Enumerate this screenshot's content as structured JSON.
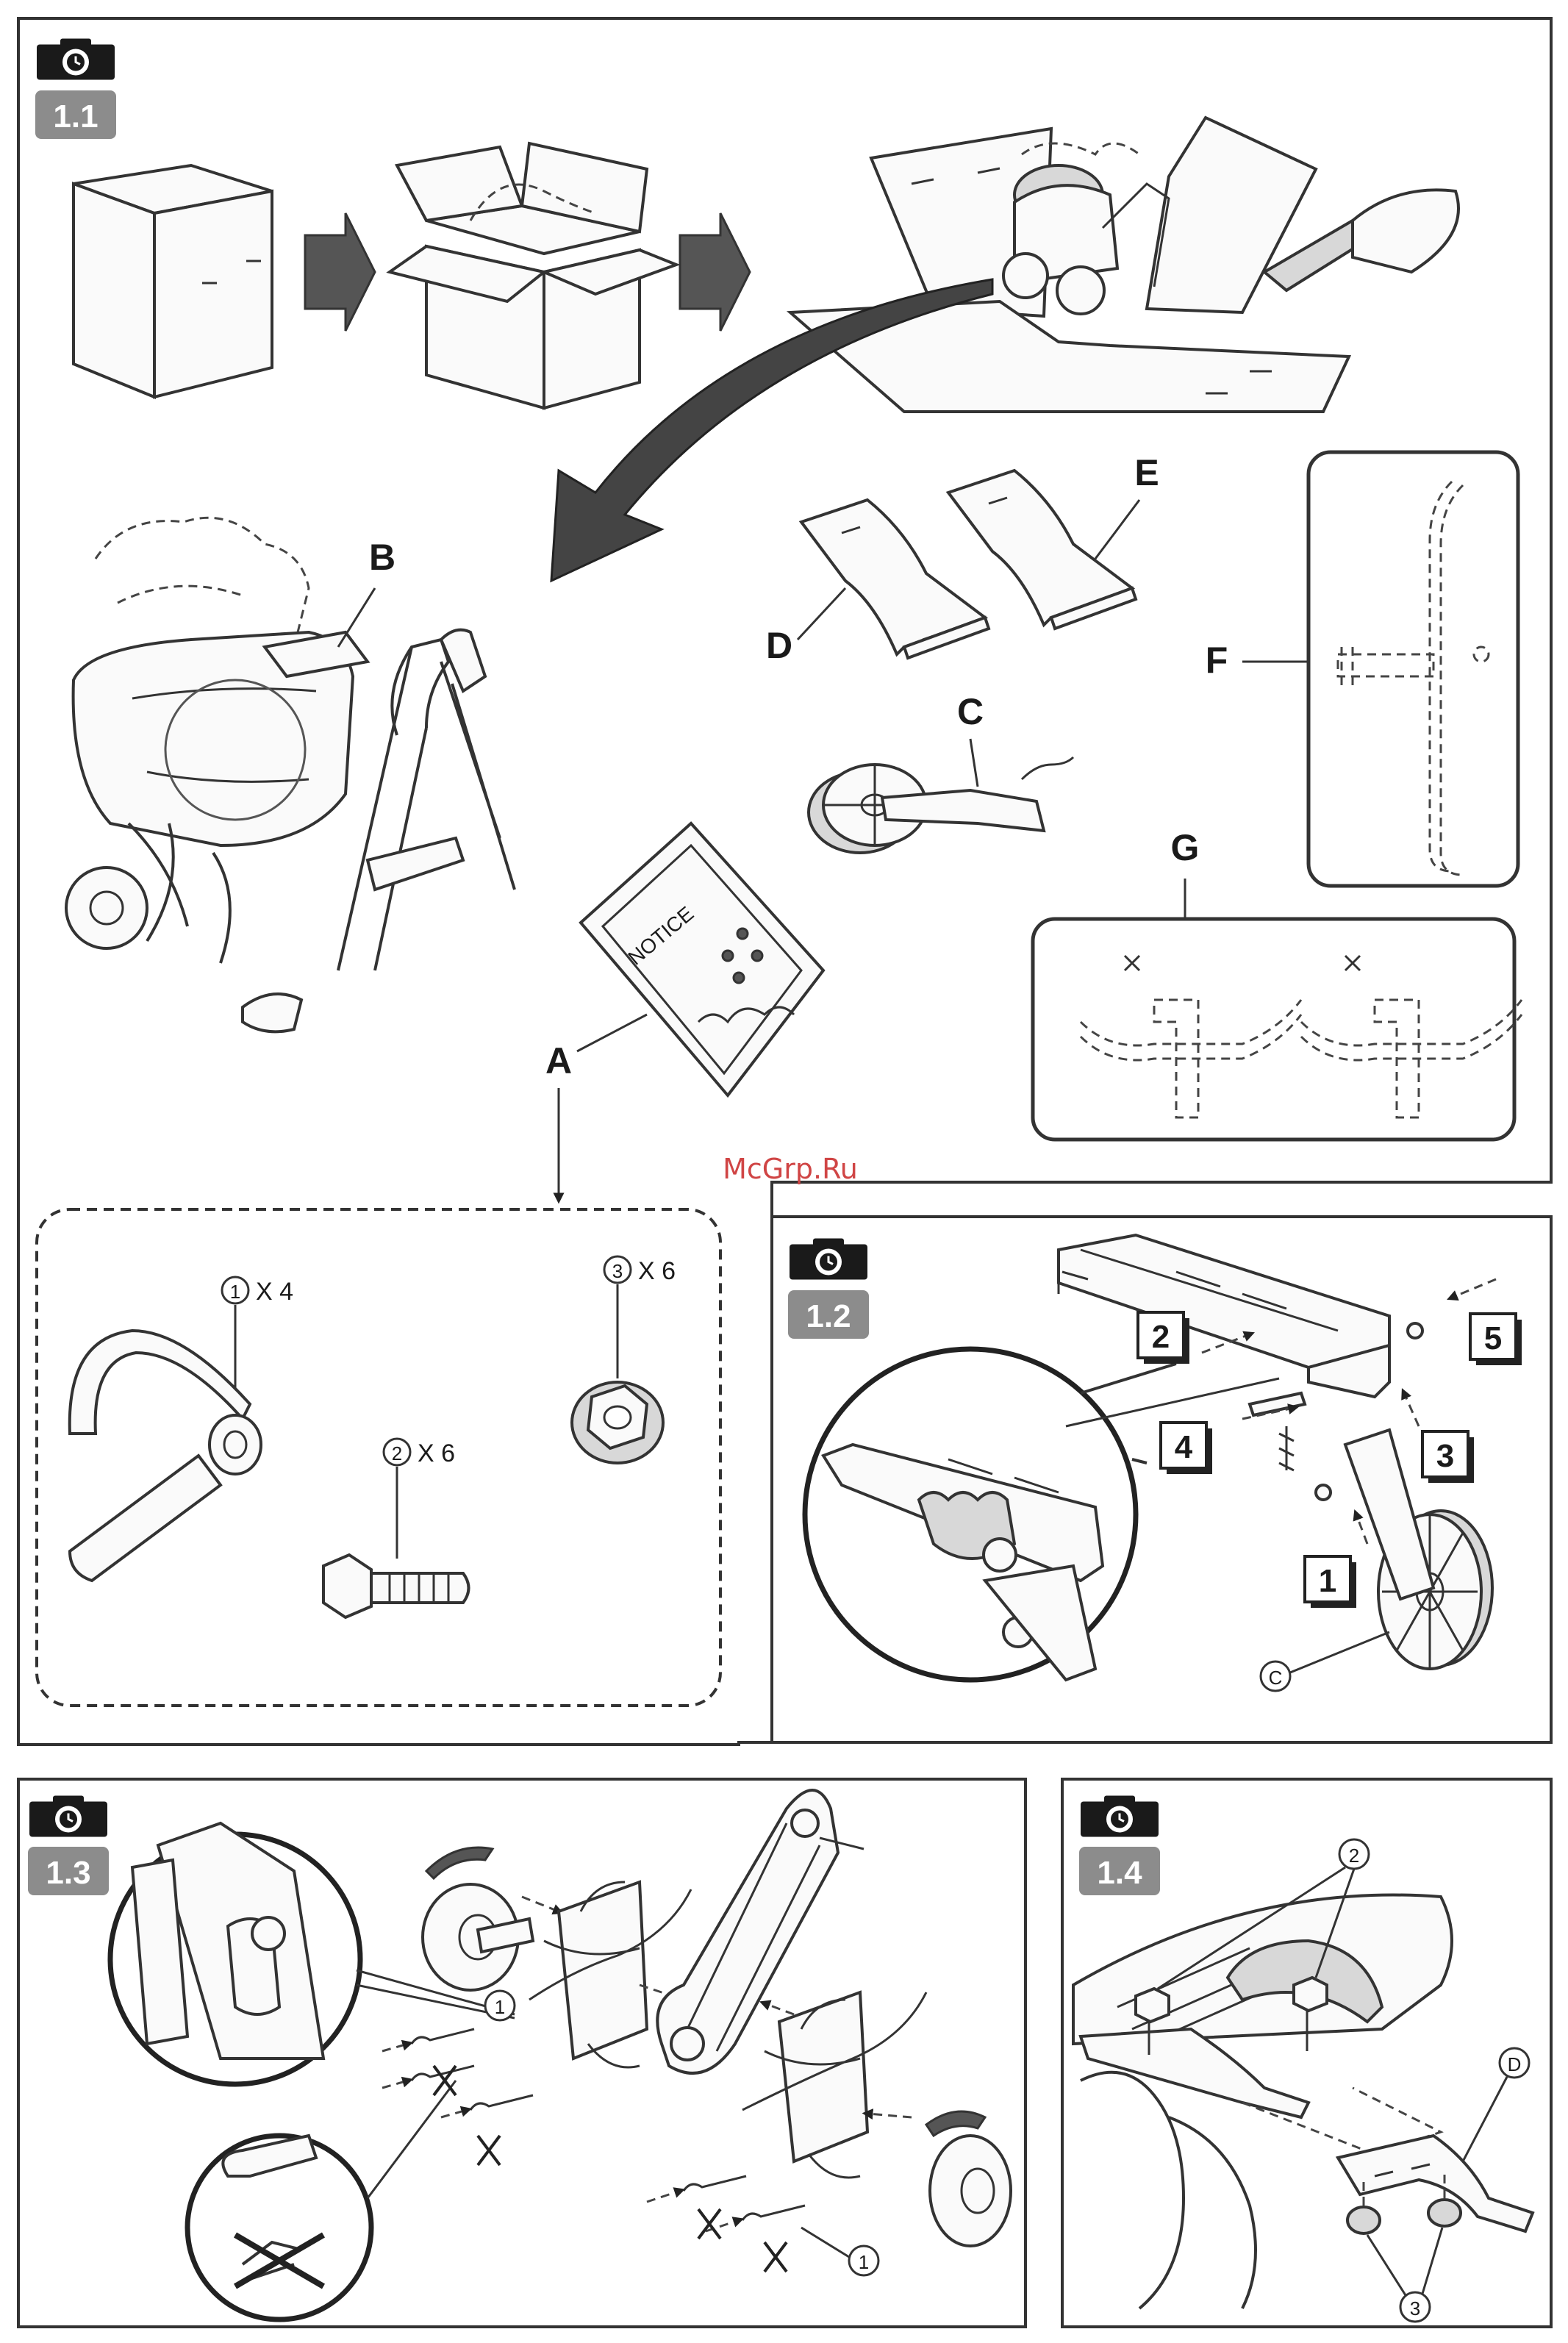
{
  "panels": {
    "p11": {
      "tag": "1.1"
    },
    "p12": {
      "tag": "1.2"
    },
    "p13": {
      "tag": "1.3"
    },
    "p14": {
      "tag": "1.4"
    }
  },
  "parts": {
    "A": "A",
    "B": "B",
    "C": "C",
    "D": "D",
    "E": "E",
    "F": "F",
    "G": "G"
  },
  "hardware": {
    "pin": {
      "num": "1",
      "qty": "X 4"
    },
    "bolt": {
      "num": "2",
      "qty": "X 6"
    },
    "nut": {
      "num": "3",
      "qty": "X 6"
    }
  },
  "bag_text": "NOTICE",
  "steps_12": [
    "1",
    "2",
    "3",
    "4",
    "5"
  ],
  "callouts": {
    "c12": "C",
    "c13a": "1",
    "c13b": "1",
    "c14_bolts": "2",
    "c14_nuts": "3",
    "c14_skid": "D"
  },
  "watermark": "McGrp.Ru",
  "icons": [
    "camera-icon"
  ],
  "colors": {
    "tag_bg": "#8c8c8c",
    "ink": "#1a1a1a",
    "watermark": "#d04545"
  }
}
